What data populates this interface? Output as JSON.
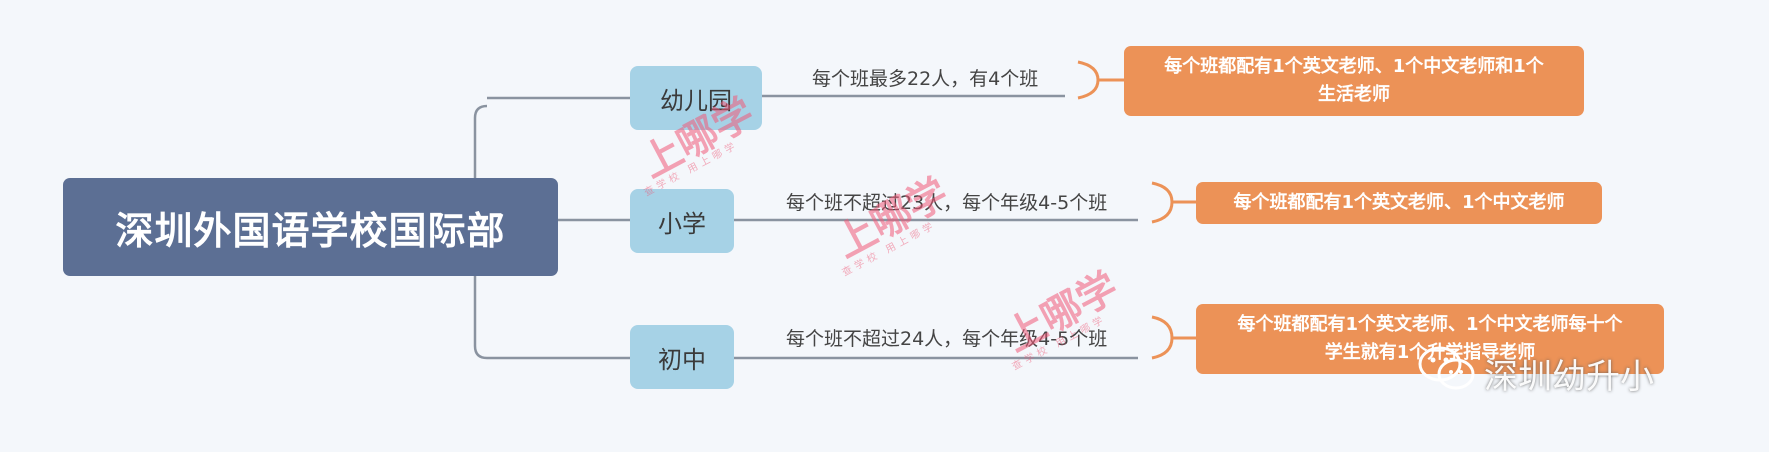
{
  "root": {
    "label": "深圳外国语学校国际部"
  },
  "branches": [
    {
      "level": "幼儿园",
      "note": "每个班最多22人，有4个班",
      "detail_line1": "每个班都配有1个英文老师、1个中文老师和1个",
      "detail_line2": "生活老师"
    },
    {
      "level": "小学",
      "note": "每个班不超过23人，每个年级4-5个班",
      "detail_line1": "每个班都配有1个英文老师、1个中文老师",
      "detail_line2": ""
    },
    {
      "level": "初中",
      "note": "每个班不超过24人，每个年级4-5个班",
      "detail_line1": "每个班都配有1个英文老师、1个中文老师每十个",
      "detail_line2": "学生就有1个升学指导老师"
    }
  ],
  "watermark": {
    "logo_text": "上哪学",
    "tagline": "查学校 用上哪学"
  },
  "brand": {
    "text": "深圳幼升小"
  },
  "colors": {
    "root": "#5c6f94",
    "level": "#a6d2e6",
    "detail": "#ec9257",
    "line": "#8a93a0"
  },
  "icons": {
    "brand": "wechat-icon"
  }
}
